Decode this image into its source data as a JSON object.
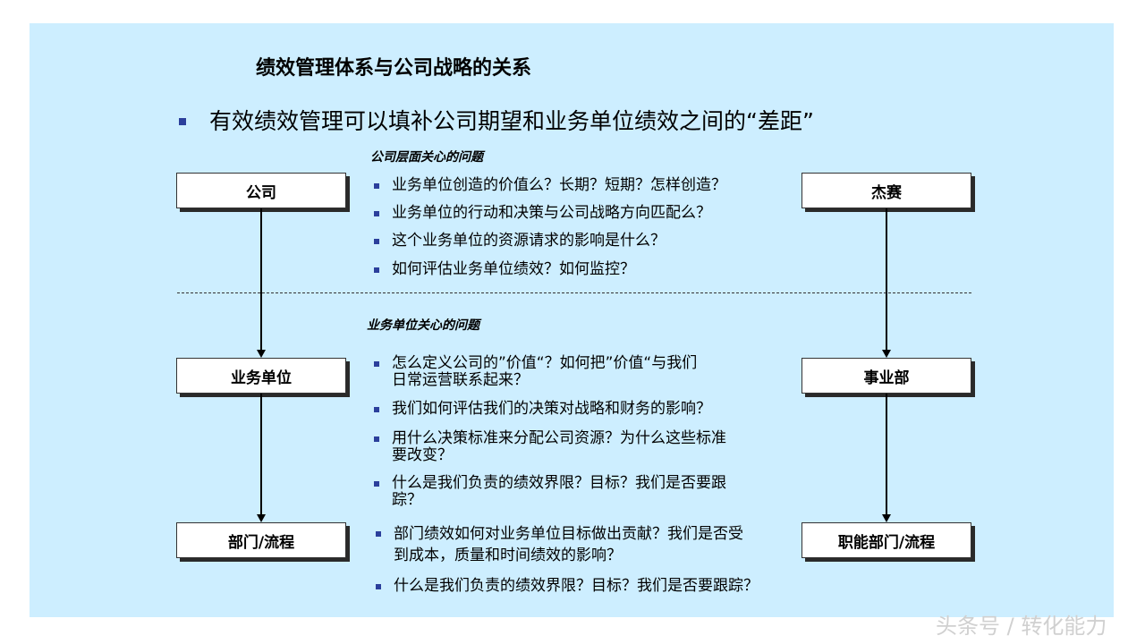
{
  "title": "绩效管理体系与公司战略的关系",
  "subtitle": "有效绩效管理可以填补公司期望和业务单位绩效之间的“差距”",
  "company_section": {
    "label": "公司层面关心的问题",
    "questions": [
      "业务单位创造的价值么？长期？短期？怎样创造？",
      "业务单位的行动和决策与公司战略方向匹配么？",
      "这个业务单位的资源请求的影响是什么？",
      "如何评估业务单位绩效？如何监控？"
    ]
  },
  "unit_section": {
    "label": "业务单位关心的问题",
    "questions": [
      [
        "怎么定义公司的”价值“？如何把”价值“与我们",
        "日常运营联系起来？"
      ],
      [
        "我们如何评估我们的决策对战略和财务的影响？"
      ],
      [
        "用什么决策标准来分配公司资源？为什么这些标准",
        "要改变？"
      ],
      [
        "什么是我们负责的绩效界限？目标？我们是否要跟",
        "踪？"
      ],
      [
        "部门绩效如何对业务单位目标做出贡献？我们是否受",
        "到成本，质量和时间绩效的影响？"
      ],
      [
        "什么是我们负责的绩效界限？目标？我们是否要跟踪？"
      ]
    ]
  },
  "left_boxes": [
    "公司",
    "业务单位",
    "部门/流程"
  ],
  "right_boxes": [
    "杰赛",
    "事业部",
    "职能部门/流程"
  ],
  "watermark": "头条号 / 转化能力",
  "colors": {
    "slide_bg": "#cdeeff",
    "bullet": "#2b3f9c"
  }
}
